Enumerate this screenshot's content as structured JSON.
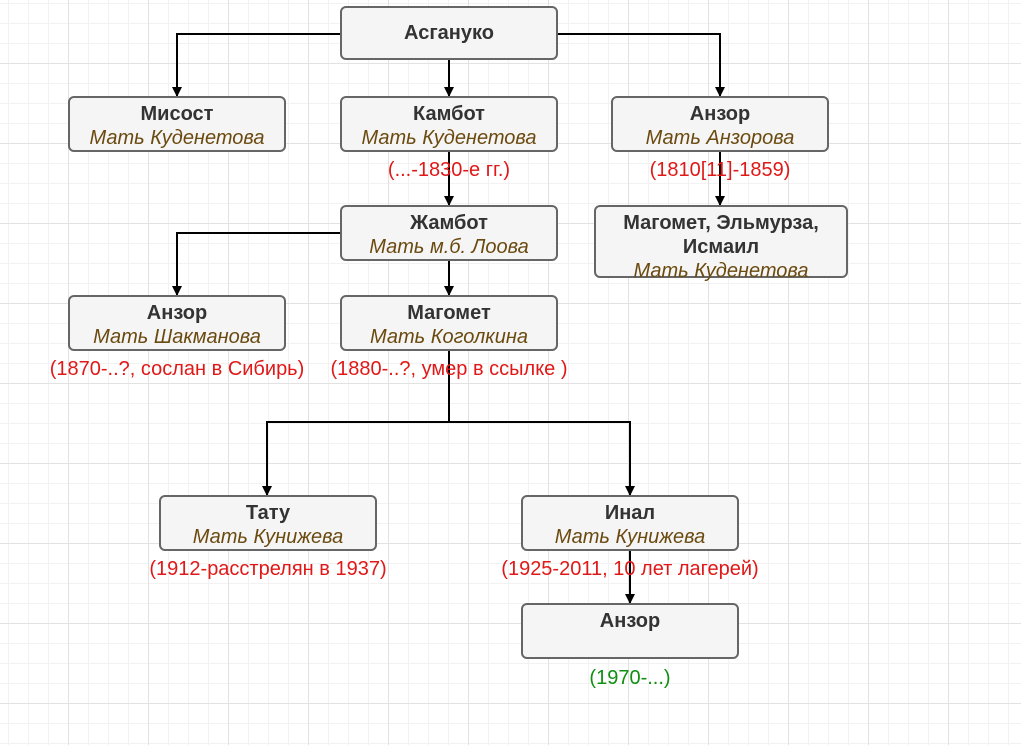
{
  "colors": {
    "mother_text": "#6b4a10",
    "life_dates": "#e01818",
    "life_dates_living": "#109010",
    "node_fill": "#f5f5f5",
    "node_border": "#666666",
    "edge": "#000000"
  },
  "nodes": {
    "aslanuko": {
      "name": "Асгануко"
    },
    "misost": {
      "name": "Мисост",
      "mother": "Мать Куденетова"
    },
    "kambot": {
      "name": "Камбот",
      "mother": "Мать Куденетова",
      "life": "(...-1830-е гг.)"
    },
    "anzor1": {
      "name": "Анзор",
      "mother": "Мать Анзорова",
      "life": "(1810[11]-1859)"
    },
    "zhambot": {
      "name": "Жамбот",
      "mother": "Мать м.б. Лоова"
    },
    "magomet_elmurza": {
      "name": "Магомет, Эльмурза, Исмаил",
      "mother": "Мать Куденетова"
    },
    "anzor2": {
      "name": "Анзор",
      "mother": "Мать Шакманова",
      "life": "(1870-..?, сослан в Сибирь)"
    },
    "magomet": {
      "name": "Магомет",
      "mother": "Мать Коголкина",
      "life": "(1880-..?, умер в ссылке )"
    },
    "tatu": {
      "name": "Тату",
      "mother": "Мать Кунижева",
      "life": "(1912-расстрелян в 1937)"
    },
    "inal": {
      "name": "Инал",
      "mother": "Мать Кунижева",
      "life": "(1925-2011, 10 лет лагерей)"
    },
    "anzor3": {
      "name": "Анзор",
      "life": "(1970-...)"
    }
  }
}
